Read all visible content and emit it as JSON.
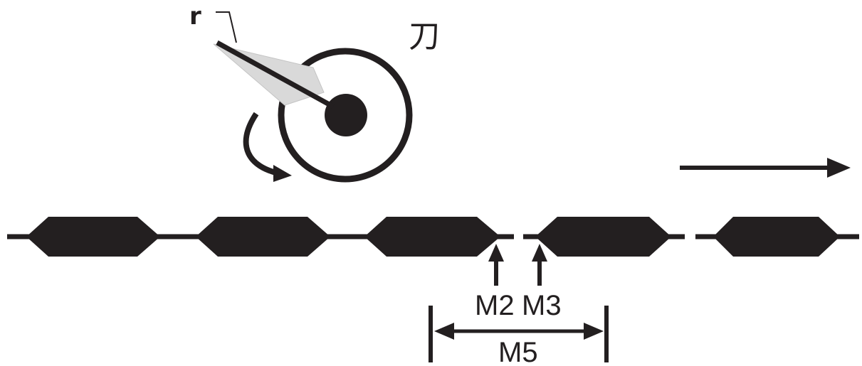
{
  "labels": {
    "blade": "刀",
    "pointer": "r",
    "mark_m2": "M2",
    "mark_m3": "M3",
    "mark_m5": "M5"
  },
  "colors": {
    "ink": "#231f20",
    "blade_fill": "#d9d9d9",
    "background": "#ffffff"
  }
}
